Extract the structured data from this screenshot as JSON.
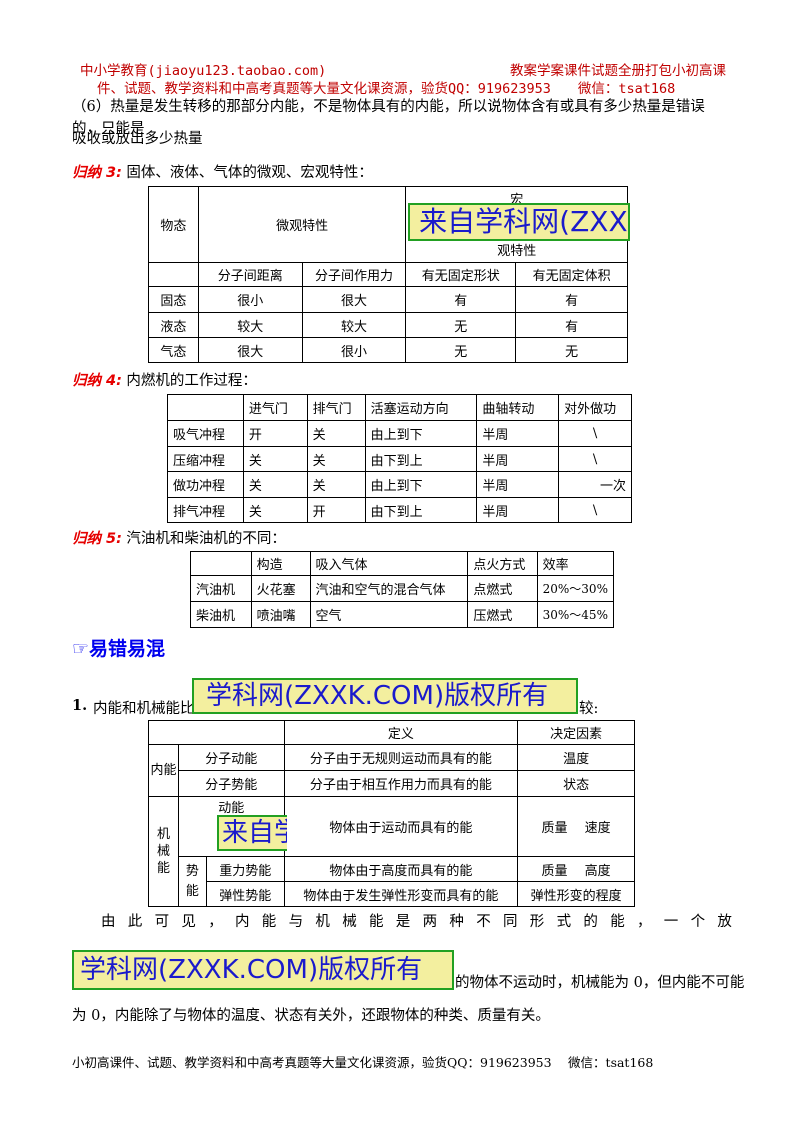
{
  "header": {
    "left": "中小学教育(jiaoyu123.taobao.com)",
    "right": "教案学案课件试题全册打包小初高课",
    "line2": "件、试题、教学资料和中高考真题等大量文化课资源，验货QQ：919623953　　微信：tsat168"
  },
  "para6": {
    "line1": "（6）热量是发生转移的那部分内能，不是物体具有的内能，所以说物体含有或具有多少热量是错误的，只能是",
    "line2": "吸收或放出多少热量"
  },
  "guina3": {
    "label": "归纳 3:",
    "title": "固体、液体、气体的微观、宏观特性：",
    "table": {
      "h_state": "物态",
      "h_micro": "微观特性",
      "h_macro_top": "宏",
      "h_macro_bottom": "观特性",
      "sub": [
        "分子间距离",
        "分子间作用力",
        "有无固定形状",
        "有无固定体积"
      ],
      "rows": [
        [
          "固态",
          "很小",
          "很大",
          "有",
          "有"
        ],
        [
          "液态",
          "较大",
          "较大",
          "无",
          "有"
        ],
        [
          "气态",
          "很大",
          "很小",
          "无",
          "无"
        ]
      ]
    },
    "stamp": "来自学科网(ZXX"
  },
  "guina4": {
    "label": "归纳 4:",
    "title": "内燃机的工作过程：",
    "headers": [
      "",
      "进气门",
      "排气门",
      "活塞运动方向",
      "曲轴转动",
      "对外做功"
    ],
    "rows": [
      [
        "吸气冲程",
        "开",
        "关",
        "由上到下",
        "半周",
        "\\"
      ],
      [
        "压缩冲程",
        "关",
        "关",
        "由下到上",
        "半周",
        "\\"
      ],
      [
        "做功冲程",
        "关",
        "关",
        "由上到下",
        "半周",
        "一次"
      ],
      [
        "排气冲程",
        "关",
        "开",
        "由下到上",
        "半周",
        "\\"
      ]
    ]
  },
  "guina5": {
    "label": "归纳 5:",
    "title": "汽油机和柴油机的不同：",
    "headers": [
      "",
      "构造",
      "吸入气体",
      "点火方式",
      "效率"
    ],
    "rows": [
      [
        "汽油机",
        "火花塞",
        "汽油和空气的混合气体",
        "点燃式",
        "20%～30%"
      ],
      [
        "柴油机",
        "喷油嘴",
        "空气",
        "压燃式",
        "30%～45%"
      ]
    ]
  },
  "section": {
    "icon": "☞",
    "title": "易错易混"
  },
  "item1": {
    "number": "1.",
    "prefix": "内能和机械能比",
    "suffix": "较:",
    "stamp": "学科网(ZXXK.COM)版权所有"
  },
  "table6": {
    "h_def": "定义",
    "h_factor": "决定因素",
    "neng": "内能",
    "jixie": "机械能",
    "shi": "势能",
    "r1": [
      "分子动能",
      "分子由于无规则运动而具有的能",
      "温度"
    ],
    "r2": [
      "分子势能",
      "分子由于相互作用力而具有的能",
      "状态"
    ],
    "r3_label": "动能",
    "r3_stamp": "来自学",
    "r3": [
      "物体由于运动而具有的能",
      "质量　 速度"
    ],
    "r4": [
      "重力势能",
      "物体由于高度而具有的能",
      "质量　 高度"
    ],
    "r5": [
      "弹性势能",
      "物体由于发生弹性形变而具有的能",
      "弹性形变的程度"
    ]
  },
  "conclusion": {
    "line1": "由此可见，内能与机械能是两种不同形式的能，一个放在地面上",
    "stamp": "学科网(ZXXK.COM)版权所有",
    "line2_after": "的物体不运动时，机械能为 0，但内能不可能",
    "line3": "为 0，内能除了与物体的温度、状态有关外，还跟物体的种类、质量有关。"
  },
  "footer": "小初高课件、试题、教学资料和中高考真题等大量文化课资源，验货QQ：919623953　 微信：tsat168"
}
